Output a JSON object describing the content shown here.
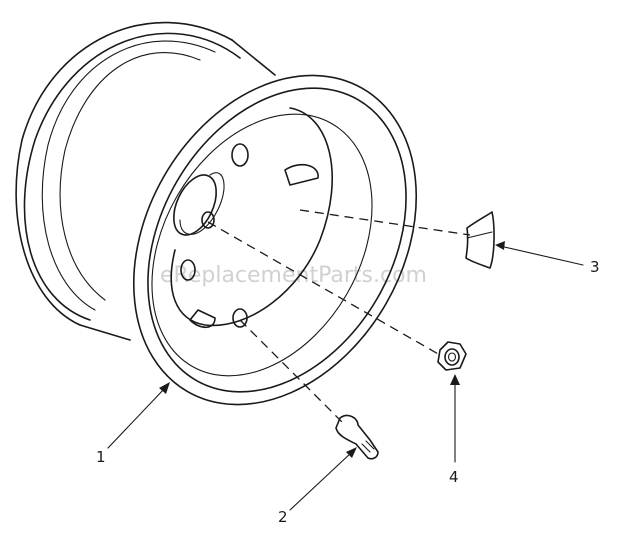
{
  "diagram": {
    "callouts": [
      {
        "id": "1",
        "label": "1"
      },
      {
        "id": "2",
        "label": "2"
      },
      {
        "id": "3",
        "label": "3"
      },
      {
        "id": "4",
        "label": "4"
      }
    ],
    "watermark": "eReplacementParts.com"
  }
}
